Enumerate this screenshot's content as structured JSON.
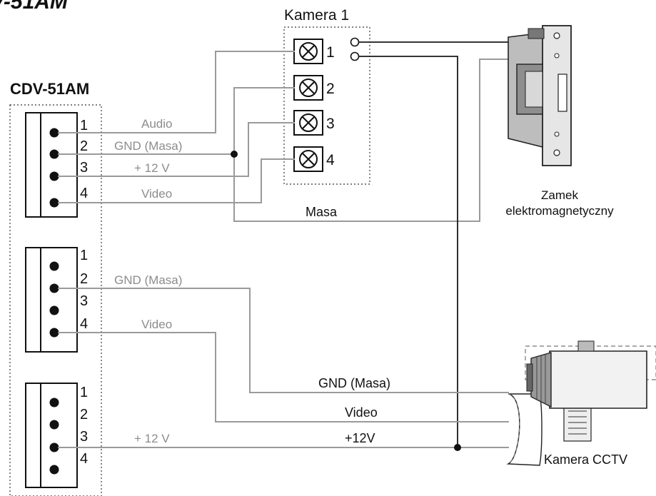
{
  "title_fragment": "V-51AM",
  "device": {
    "name": "CDV-51AM",
    "block1": {
      "pins": [
        "1",
        "2",
        "3",
        "4"
      ]
    },
    "block2": {
      "pins": [
        "1",
        "2",
        "3",
        "4"
      ]
    },
    "block3": {
      "pins": [
        "1",
        "2",
        "3",
        "4"
      ]
    }
  },
  "camera1": {
    "title": "Kamera 1",
    "terminals": [
      "1",
      "2",
      "3",
      "4"
    ]
  },
  "wire_labels": {
    "audio": "Audio",
    "gnd1": "GND (Masa)",
    "plus12_1": "+ 12 V",
    "video1": "Video",
    "masa": "Masa",
    "gnd2": "GND (Masa)",
    "video2": "Video",
    "plus12_3": "+ 12 V",
    "gnd_cctv": "GND (Masa)",
    "video_cctv": "Video",
    "plus12_cctv": "+12V"
  },
  "lock": {
    "line1": "Zamek",
    "line2": "elektromagnetyczny"
  },
  "cctv": {
    "label": "Kamera CCTV"
  }
}
